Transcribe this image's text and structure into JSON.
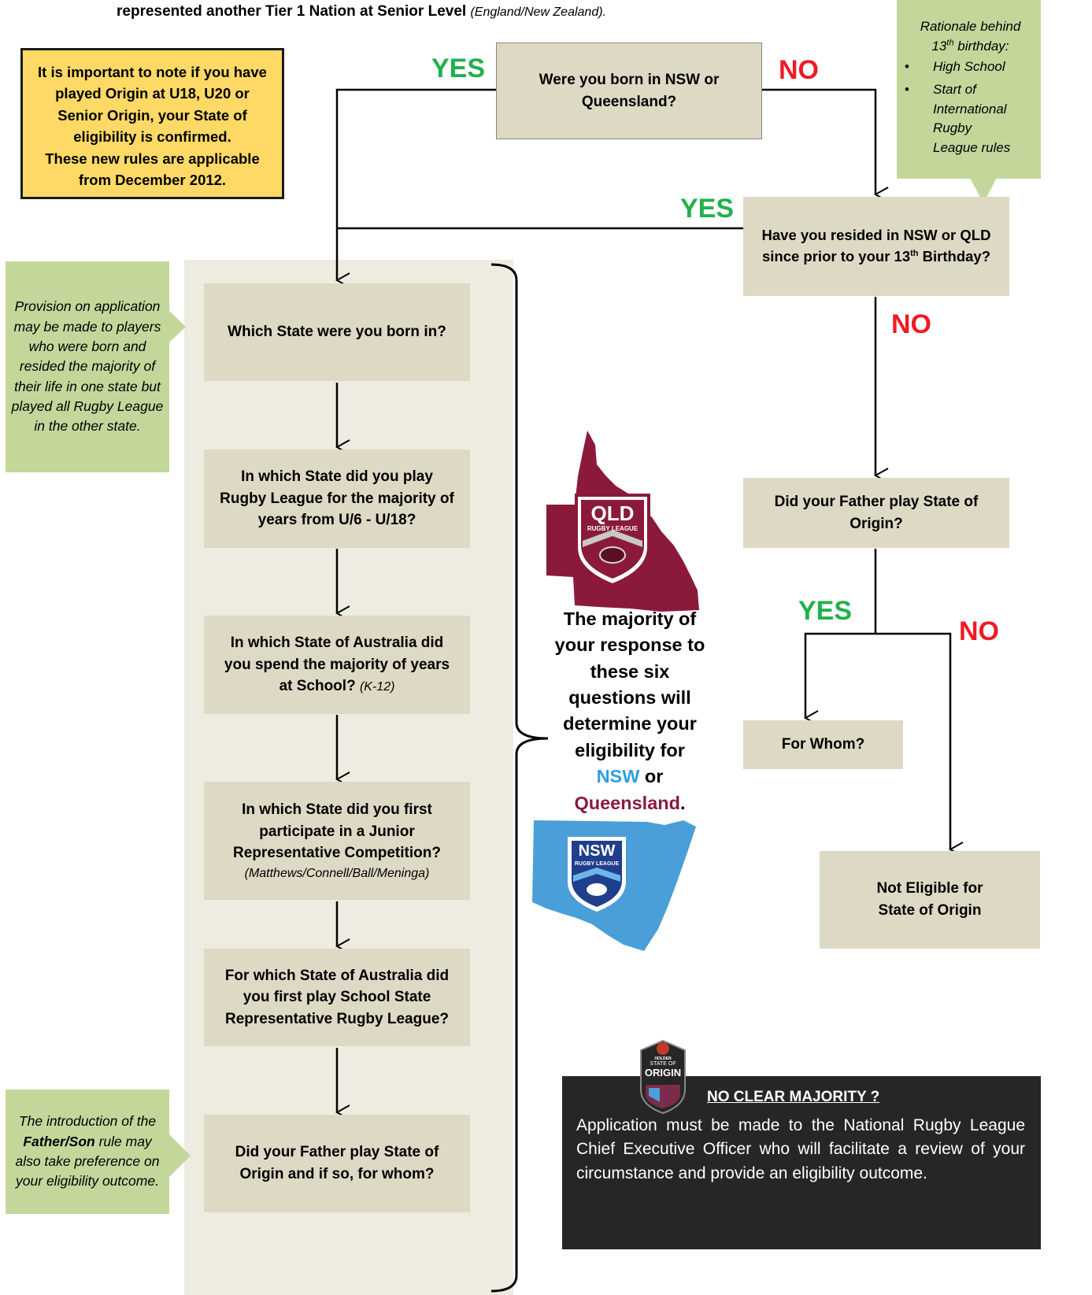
{
  "header": {
    "text": "represented another Tier 1 Nation at Senior Level",
    "text_italic": "(England/New Zealand)."
  },
  "important_note": {
    "line1": "It is important to note if you have played Origin at U18, U20 or Senior Origin, your State of eligibility is confirmed.",
    "line2": "These new rules are applicable from December 2012."
  },
  "rationale": {
    "title_pre": "Rationale behind",
    "title_num": "13",
    "title_sup": "th",
    "title_post": " birthday:",
    "items": [
      "High School",
      "Start of International Rugby League rules"
    ]
  },
  "provision_note": "Provision on application may be made to players who were born and resided the majority of their life in one state but  played all Rugby League in the other state.",
  "father_son_note": {
    "pre": "The introduction of the ",
    "bold": "Father/Son",
    "post": " rule may also take preference on your eligibility outcome."
  },
  "flow": {
    "born_nsw_qld": "Were you born in NSW or Queensland?",
    "resided": {
      "pre": "Have you resided in NSW or QLD since prior to your 13",
      "sup": "th",
      "post": " Birthday?"
    },
    "father_played": "Did your Father play State of Origin?",
    "for_whom": "For Whom?",
    "not_eligible": "Not Eligible for State of Origin",
    "labels": {
      "yes": "YES",
      "no": "NO"
    }
  },
  "questions": {
    "q1": "Which State were you born in?",
    "q2": "In which State did you play Rugby League for the majority of years from U/6 - U/18?",
    "q3": "In which State of Australia did you spend the majority of years at School?",
    "q3_note": "(K-12)",
    "q4": "In which State did you first participate in a Junior Representative Competition?",
    "q4_note": "(Matthews/Connell/Ball/Meninga)",
    "q5": "For which State of Australia did you first play School State Representative Rugby League?",
    "q6": "Did your Father play State of Origin and if so, for whom?"
  },
  "majority": {
    "text": "The majority of your response to these six questions will determine your eligibility for",
    "nsw": "NSW",
    "or": "or",
    "qld": "Queensland",
    "period": "."
  },
  "logos": {
    "qld_line1": "QLD",
    "qld_line2": "RUGBY LEAGUE",
    "nsw_line1": "NSW",
    "nsw_line2": "RUGBY LEAGUE",
    "origin_line1": "HOLDEN",
    "origin_line2": "STATE OF",
    "origin_line3": "ORIGIN"
  },
  "no_majority": {
    "title": "NO CLEAR MAJORITY ?",
    "text": "Application must be made to the National Rugby League Chief Executive Officer who will facilitate a review of your circumstance and provide an eligibility outcome."
  },
  "colors": {
    "box": "#ddd9c4",
    "panel": "#eeece1",
    "note": "#c4d79b",
    "important": "#ffd966",
    "yes": "#22b14c",
    "no": "#ee1c24",
    "nsw": "#2e9fe6",
    "qld": "#8b1a3a",
    "dark_box": "#262626"
  }
}
